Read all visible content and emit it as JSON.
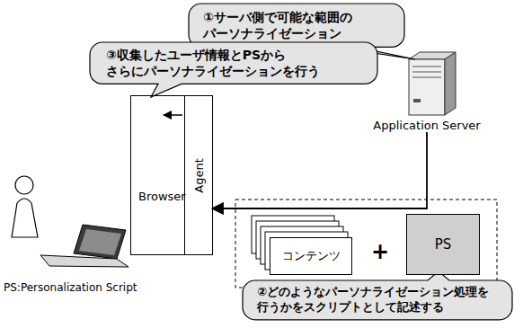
{
  "diagram": {
    "nodes": [
      {
        "text": [
          "①サーバ側で可能な範囲の パーソナライゼーション"
        ]
      },
      {
        "text": [
          "③収集したユーザ情報とPSから さらにパーソナライゼーションを行う"
        ]
      },
      {
        "text": [
          "Application Server"
        ]
      },
      {
        "text": [
          "Browser"
        ]
      },
      {
        "text": [
          "Agent"
        ],
        "in": 3
      },
      {
        "text": [
          "コンテンツ"
        ]
      },
      {
        "text": [
          "PS"
        ]
      },
      {
        "text": [
          "②どのようなパーソナライゼーション処理を 行うかをスクリプトとして記述する"
        ]
      }
    ],
    "edges": [
      {
        "from": 2,
        "to": 4,
        "arrow": "to"
      }
    ],
    "labels": [
      "+",
      "PS:Personalization Script"
    ]
  }
}
